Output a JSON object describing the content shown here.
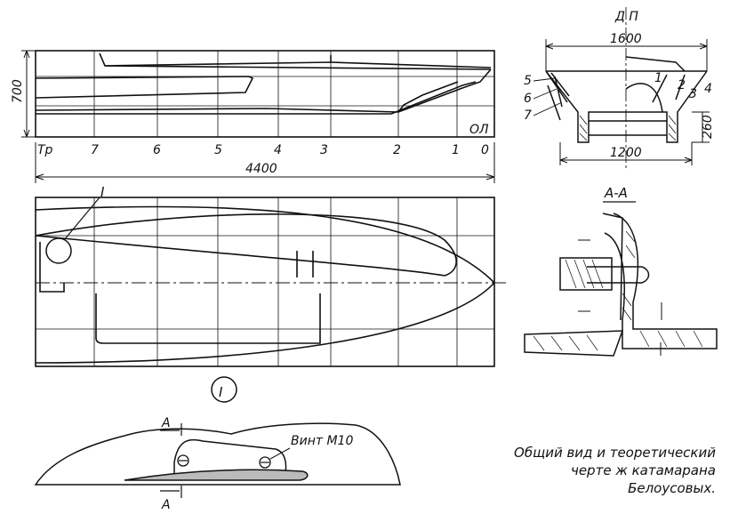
{
  "side_view": {
    "height_dim": "700",
    "length_dim": "4400",
    "baseline_label": "ОЛ",
    "stations": [
      "Тр",
      "7",
      "6",
      "5",
      "4",
      "3",
      "2",
      "1",
      "0"
    ]
  },
  "plan_view": {
    "detail_ref": "I"
  },
  "section_view": {
    "header": "Д П",
    "width_top": "1600",
    "width_bottom": "1200",
    "height_right": "260",
    "numbers_left": [
      "5",
      "6",
      "7"
    ],
    "numbers_right": [
      "1",
      "2",
      "3",
      "4"
    ]
  },
  "section_aa": {
    "title": "А-А"
  },
  "detail_I": {
    "symbol": "I",
    "cut_top": "А",
    "cut_bottom": "А",
    "screw_label": "Винт М10"
  },
  "caption": {
    "line1": "Общий вид и теоретический",
    "line2": "черте ж катамарана",
    "line3": "Белоусовых."
  }
}
